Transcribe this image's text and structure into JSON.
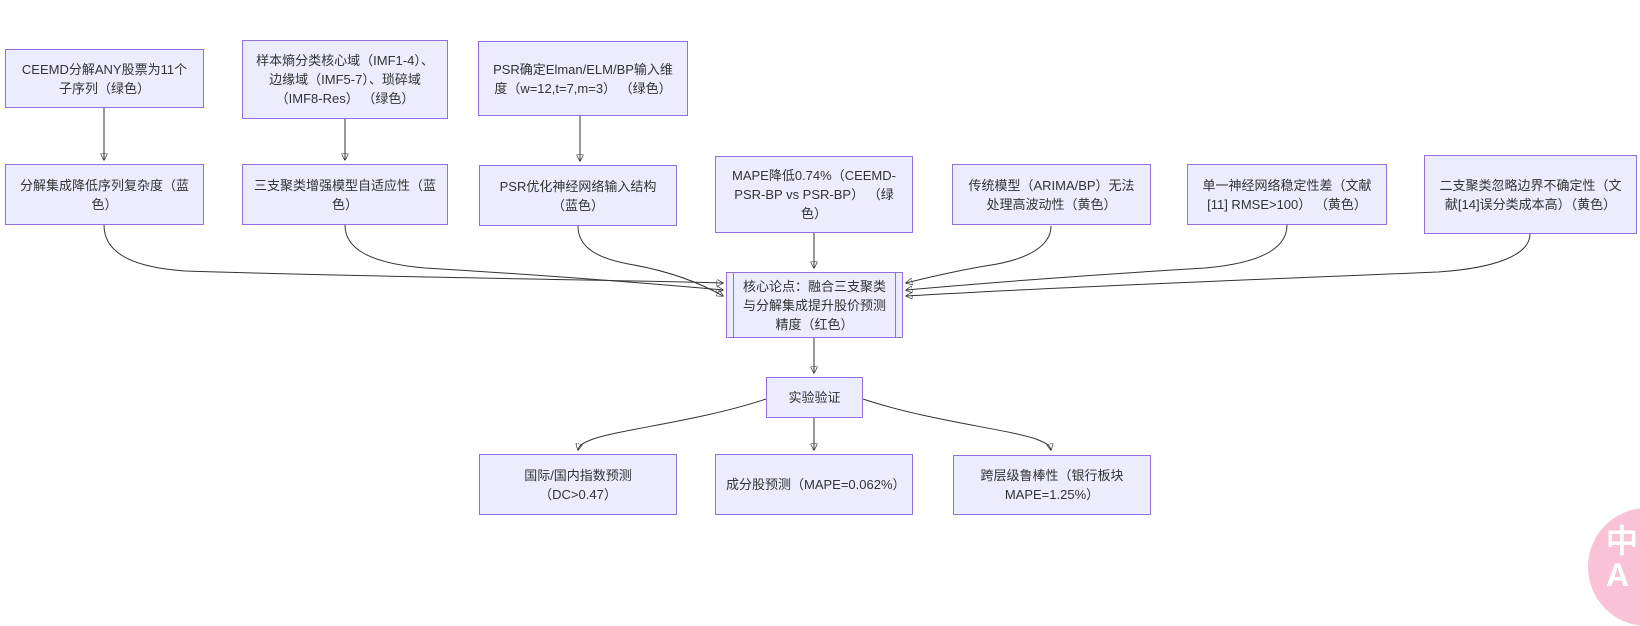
{
  "diagram": {
    "type": "flowchart",
    "background": "#ffffff",
    "node_fill": "#ECECFF",
    "node_border": "#9370DB",
    "text_color": "#333333",
    "arrow_color": "#333333",
    "badge_color": "#f9c2d6"
  },
  "nodes": {
    "ceemd": {
      "label": "CEEMD分解ANY股票为11个子序列（绿色）"
    },
    "entropy": {
      "label": "样本熵分类核心域（IMF1-4）、边缘域（IMF5-7）、琐碎域（IMF8-Res） （绿色）"
    },
    "psr_dim": {
      "label": "PSR确定Elman/ELM/BP输入维度（w=12,t=7,m=3） （绿色）"
    },
    "decomp": {
      "label": "分解集成降低序列复杂度（蓝色）"
    },
    "threeway": {
      "label": "三支聚类增强模型自适应性（蓝色）"
    },
    "psr_opt": {
      "label": "PSR优化神经网络输入结构（蓝色）"
    },
    "mape": {
      "label": "MAPE降低0.74%（CEEMD-PSR-BP vs PSR-BP） （绿色）"
    },
    "traditional": {
      "label": "传统模型（ARIMA/BP）无法处理高波动性（黄色）"
    },
    "single_nn": {
      "label": "单一神经网络稳定性差（文献[11] RMSE>100） （黄色）"
    },
    "two_way": {
      "label": "二支聚类忽略边界不确定性（文献[14]误分类成本高）（黄色）"
    },
    "core": {
      "label": "核心论点：融合三支聚类与分解集成提升股价预测精度（红色）"
    },
    "experiment": {
      "label": "实验验证"
    },
    "index_pred": {
      "label": "国际/国内指数预测（DC>0.47）"
    },
    "stock_pred": {
      "label": "成分股预测（MAPE=0.062%）"
    },
    "robustness": {
      "label": "跨层级鲁棒性（银行板块MAPE=1.25%）"
    }
  },
  "edges": [
    {
      "from": "ceemd",
      "to": "decomp"
    },
    {
      "from": "entropy",
      "to": "threeway"
    },
    {
      "from": "psr_dim",
      "to": "psr_opt"
    },
    {
      "from": "decomp",
      "to": "core"
    },
    {
      "from": "threeway",
      "to": "core"
    },
    {
      "from": "psr_opt",
      "to": "core"
    },
    {
      "from": "mape",
      "to": "core"
    },
    {
      "from": "traditional",
      "to": "core"
    },
    {
      "from": "single_nn",
      "to": "core"
    },
    {
      "from": "two_way",
      "to": "core"
    },
    {
      "from": "core",
      "to": "experiment"
    },
    {
      "from": "experiment",
      "to": "index_pred"
    },
    {
      "from": "experiment",
      "to": "stock_pred"
    },
    {
      "from": "experiment",
      "to": "robustness"
    }
  ],
  "badge": {
    "text": "中A"
  }
}
